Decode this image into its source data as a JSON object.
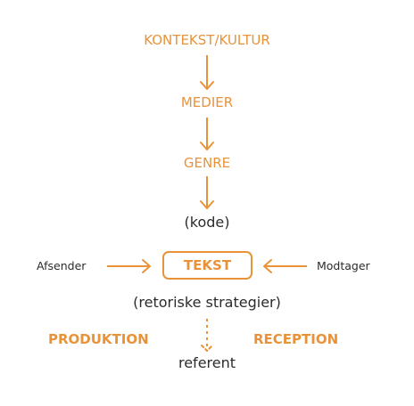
{
  "colors": {
    "accent": "#e8933a",
    "text": "#2b2b2b"
  },
  "nodes": {
    "kontekst": "KONTEKST/KULTUR",
    "medier": "MEDIER",
    "genre": "GENRE",
    "kode": "(kode)",
    "tekst": "TEKST",
    "afsender": "Afsender",
    "modtager": "Modtager",
    "strategier": "(retoriske strategier)",
    "produktion": "PRODUKTION",
    "reception": "RECEPTION",
    "referent": "referent"
  }
}
